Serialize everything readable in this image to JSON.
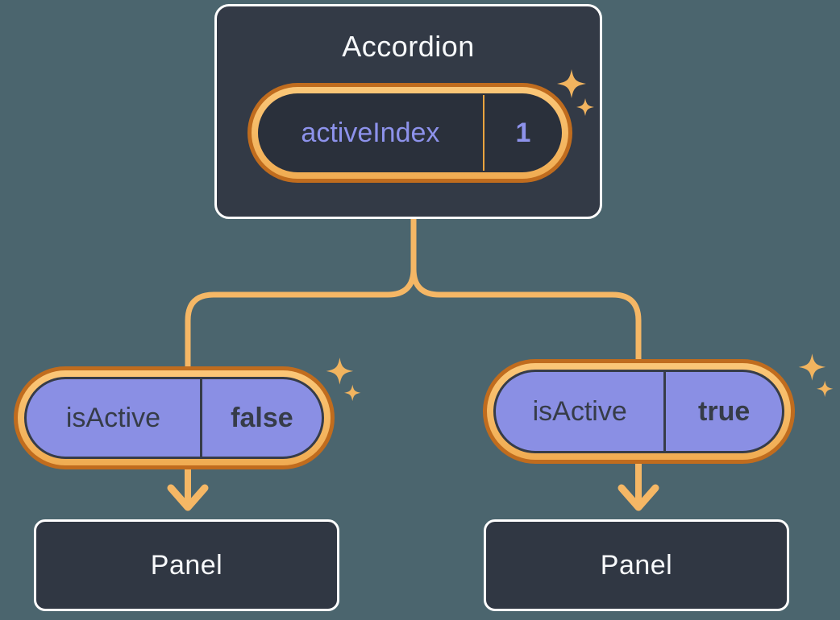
{
  "colors": {
    "background": "#4B656E",
    "card_bg": "#333A46",
    "card_border": "#FFFFFF",
    "pill_interior": "#2A303B",
    "panel_bg": "#303743",
    "ring_outer": "#C06C1E",
    "ring_inner": "#F9BE6C",
    "connector": "#F5B765",
    "divider_gold": "#E9A43F",
    "pill_purple": "#8A8FE4",
    "purple_text": "#8D92EB",
    "dark_text": "#363C48",
    "light_text": "#F7F9FB",
    "sparkle": "#F2B45F"
  },
  "accordion": {
    "title": "Accordion",
    "state": {
      "label": "activeIndex",
      "value": "1"
    }
  },
  "children": [
    {
      "prop": {
        "label": "isActive",
        "value": "false"
      },
      "panel": "Panel"
    },
    {
      "prop": {
        "label": "isActive",
        "value": "true"
      },
      "panel": "Panel"
    }
  ]
}
